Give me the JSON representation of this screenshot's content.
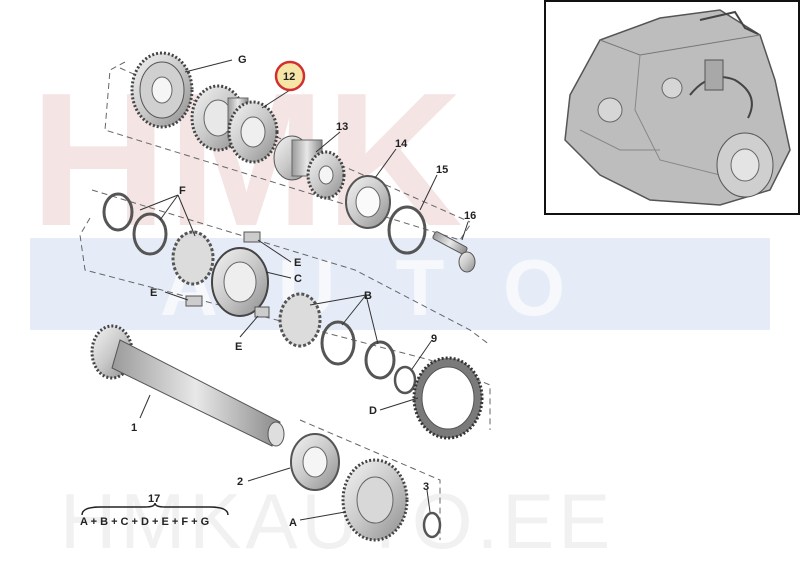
{
  "watermark": {
    "brand_top": "HMK",
    "brand_band": "AUTO",
    "site": "HMKAUTO.EE"
  },
  "callouts": {
    "g": "G",
    "n12": "12",
    "n13": "13",
    "n14": "14",
    "n15": "15",
    "n16": "16",
    "f": "F",
    "e_top": "E",
    "c": "C",
    "e_left": "E",
    "e_bottom": "E",
    "b": "B",
    "n9": "9",
    "d": "D",
    "n1": "1",
    "n2": "2",
    "n3": "3",
    "a": "A",
    "n17": "17"
  },
  "legend": {
    "formula": "A + B + C + D + E + F + G"
  },
  "colors": {
    "highlight_ring": "#d32f2f",
    "highlight_fill": "#f5e6a8",
    "watermark_red": "#f3dede",
    "watermark_band": "#e3e9f5"
  },
  "inset": {
    "icon": "gearbox-assembly-icon"
  }
}
